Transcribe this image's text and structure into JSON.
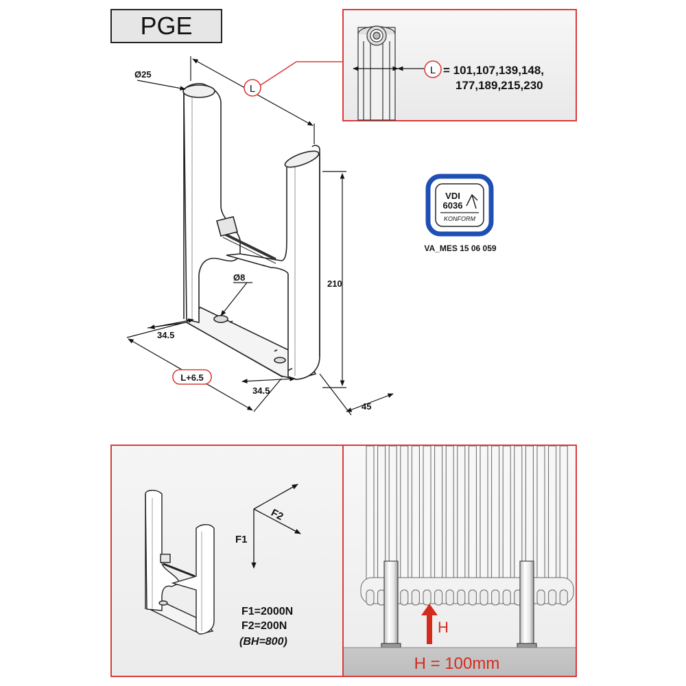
{
  "title": "PGE",
  "dimensions": {
    "diameter_tube": "Ø25",
    "diameter_rod": "Ø8",
    "height": "210",
    "depth_left": "34.5",
    "depth_right": "34.5",
    "width": "45",
    "length_label": "L+6.5",
    "L_marker": "L"
  },
  "detail": {
    "L_marker": "L",
    "values_line1": "= 101,107,139,148,",
    "values_line2": "177,189,215,230"
  },
  "certification": {
    "badge_line1": "VDI",
    "badge_line2": "6036",
    "badge_line3": "KONFORM",
    "code": "VA_MES 15 06 059",
    "brand_color": "#1f4fb4"
  },
  "forces": {
    "f1_label": "F1",
    "f2_label": "F2",
    "f1_value": "F1=2000N",
    "f2_value": "F2=200N",
    "bh_note": "(BH=800)"
  },
  "mounting": {
    "h_label": "H",
    "h_value": "H = 100mm",
    "accent_color": "#d52b1e"
  }
}
